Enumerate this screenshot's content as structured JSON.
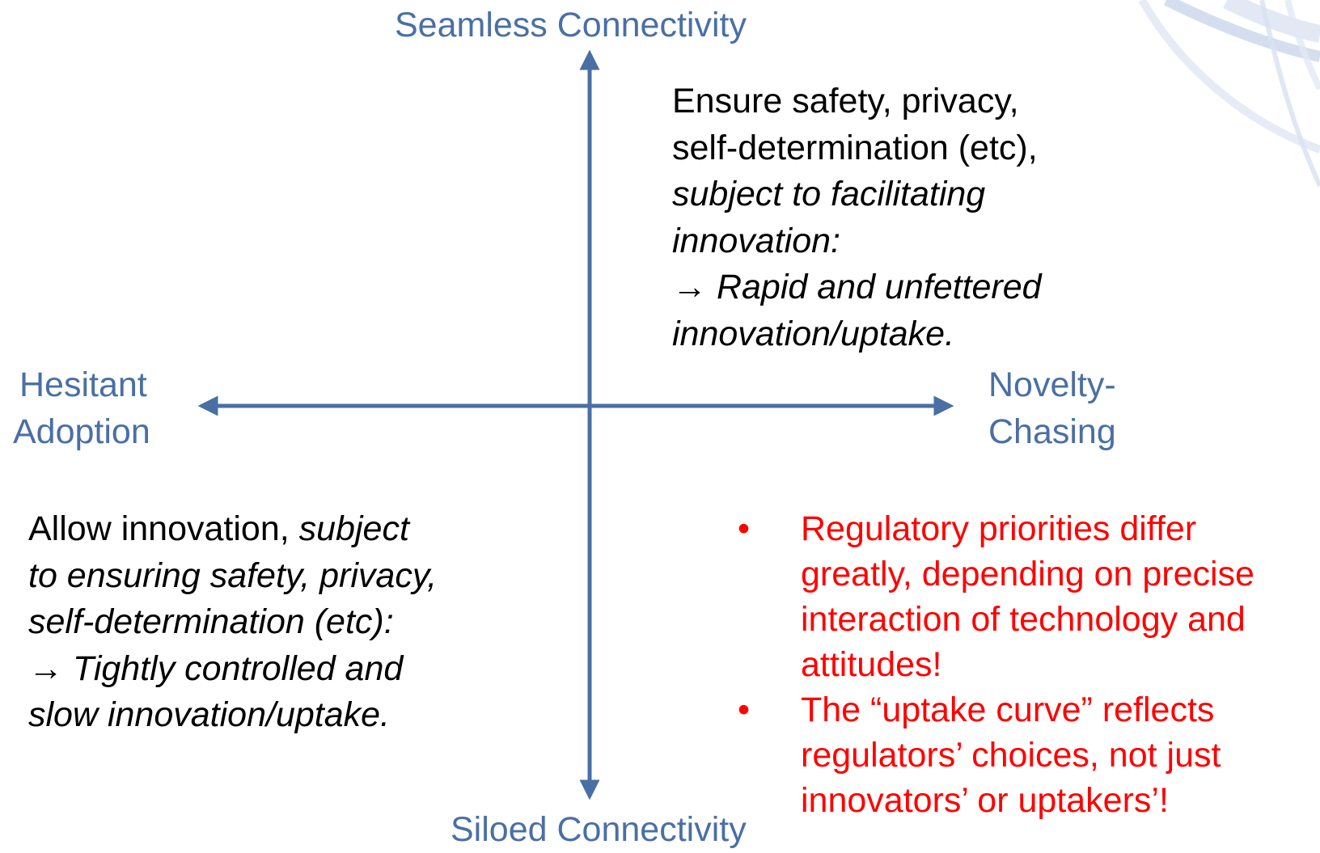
{
  "axes": {
    "top": "Seamless Connectivity",
    "bottom": "Siloed Connectivity",
    "left": [
      "Hesitant",
      "Adoption"
    ],
    "right": [
      "Novelty-",
      "Chasing"
    ]
  },
  "quadrant_top_right": {
    "lines": [
      "Ensure safety, privacy,",
      "self-determination (etc),",
      "subject to facilitating",
      "innovation:",
      "→ Rapid and unfettered",
      "innovation/uptake."
    ]
  },
  "quadrant_bottom_left": {
    "line1_plain": "Allow innovation, ",
    "line1_italic": "subject",
    "lines_italic": [
      "to ensuring safety, privacy,",
      "self-determination (etc):",
      "→ Tightly controlled and",
      "slow innovation/uptake."
    ]
  },
  "notes": {
    "bullet_glyph": "•",
    "items": [
      {
        "lines": [
          "Regulatory priorities differ",
          "greatly, depending on precise",
          "interaction of technology and",
          "attitudes!"
        ]
      },
      {
        "lines": [
          "The “uptake curve” reflects",
          "regulators’ choices, not just",
          "innovators’ or uptakers’!"
        ]
      }
    ]
  },
  "colors": {
    "axis": "#4a6fa5",
    "axis_label": "#4a6fa5",
    "body_text": "#000000",
    "notes_text": "#ff0000"
  }
}
